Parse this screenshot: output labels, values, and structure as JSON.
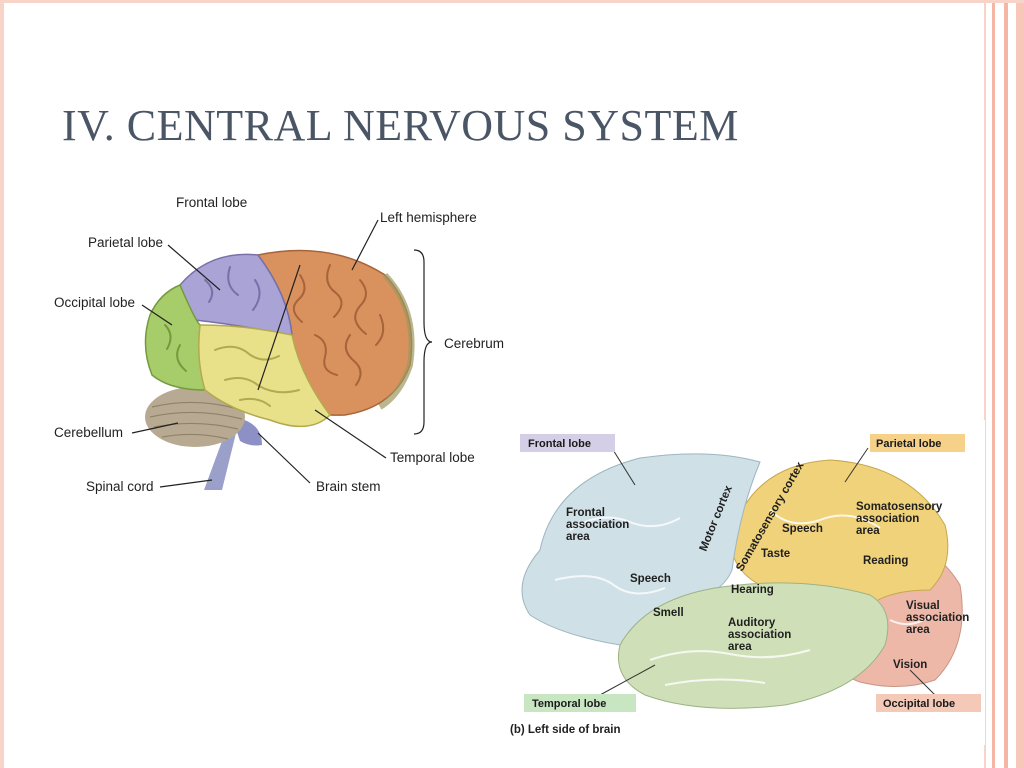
{
  "slide": {
    "title": "IV. CENTRAL NERVOUS SYSTEM",
    "colors": {
      "title": "#4a5566",
      "border": "#f4b7a6",
      "accent": "#f7d3c8"
    }
  },
  "brain_3d": {
    "labels": {
      "frontal_lobe": "Frontal lobe",
      "left_hemisphere": "Left hemisphere",
      "parietal_lobe": "Parietal lobe",
      "occipital_lobe": "Occipital lobe",
      "cerebrum": "Cerebrum",
      "cerebellum": "Cerebellum",
      "temporal_lobe": "Temporal lobe",
      "spinal_cord": "Spinal cord",
      "brain_stem": "Brain stem"
    },
    "colors": {
      "frontal": "#d9925e",
      "parietal": "#a9a3d6",
      "occipital": "#a7cc6a",
      "temporal": "#e9e08a",
      "cerebellum": "#b8aa92",
      "stem": "#8d90c4"
    }
  },
  "brain_side": {
    "tags": {
      "frontal_lobe": "Frontal lobe",
      "parietal_lobe": "Parietal lobe",
      "temporal_lobe": "Temporal lobe",
      "occipital_lobe": "Occipital lobe"
    },
    "regions": {
      "frontal_assoc_1": "Frontal",
      "frontal_assoc_2": "association",
      "frontal_assoc_3": "area",
      "motor_cortex": "Motor cortex",
      "somatosensory_cortex": "Somatosensory cortex",
      "speech_frontal": "Speech",
      "speech_parietal": "Speech",
      "taste": "Taste",
      "somato_assoc_1": "Somatosensory",
      "somato_assoc_2": "association",
      "somato_assoc_3": "area",
      "reading": "Reading",
      "hearing": "Hearing",
      "smell": "Smell",
      "auditory_assoc_1": "Auditory",
      "auditory_assoc_2": "association",
      "auditory_assoc_3": "area",
      "visual_assoc_1": "Visual",
      "visual_assoc_2": "association",
      "visual_assoc_3": "area",
      "vision": "Vision"
    },
    "caption": "(b) Left side of brain",
    "colors": {
      "frontal": "#cfe0e6",
      "parietal": "#f0d27a",
      "temporal": "#cfe0b8",
      "occipital": "#eeb8a8",
      "tag_frontal": "#d4cfe6",
      "tag_parietal": "#f6d18a",
      "tag_temporal": "#c9e6c3",
      "tag_occipital": "#f4c9b8"
    }
  }
}
